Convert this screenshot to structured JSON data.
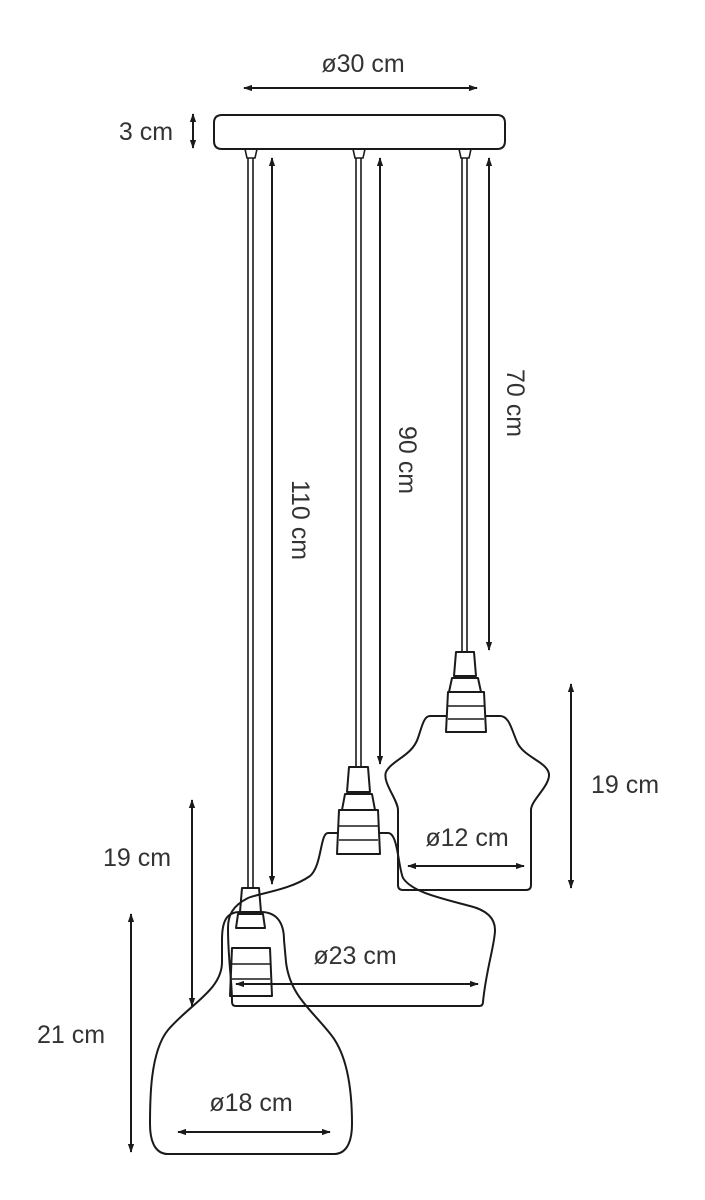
{
  "labels": {
    "canopy_diameter": "ø30 cm",
    "canopy_height": "3 cm",
    "cable_long": "110 cm",
    "cable_mid": "90 cm",
    "cable_short": "70 cm",
    "shade_small_height": "19 cm",
    "shade_small_diameter": "ø12 cm",
    "shade_mid_height": "19 cm",
    "shade_mid_diameter": "ø23 cm",
    "shade_large_height": "21 cm",
    "shade_large_diameter": "ø18 cm"
  }
}
